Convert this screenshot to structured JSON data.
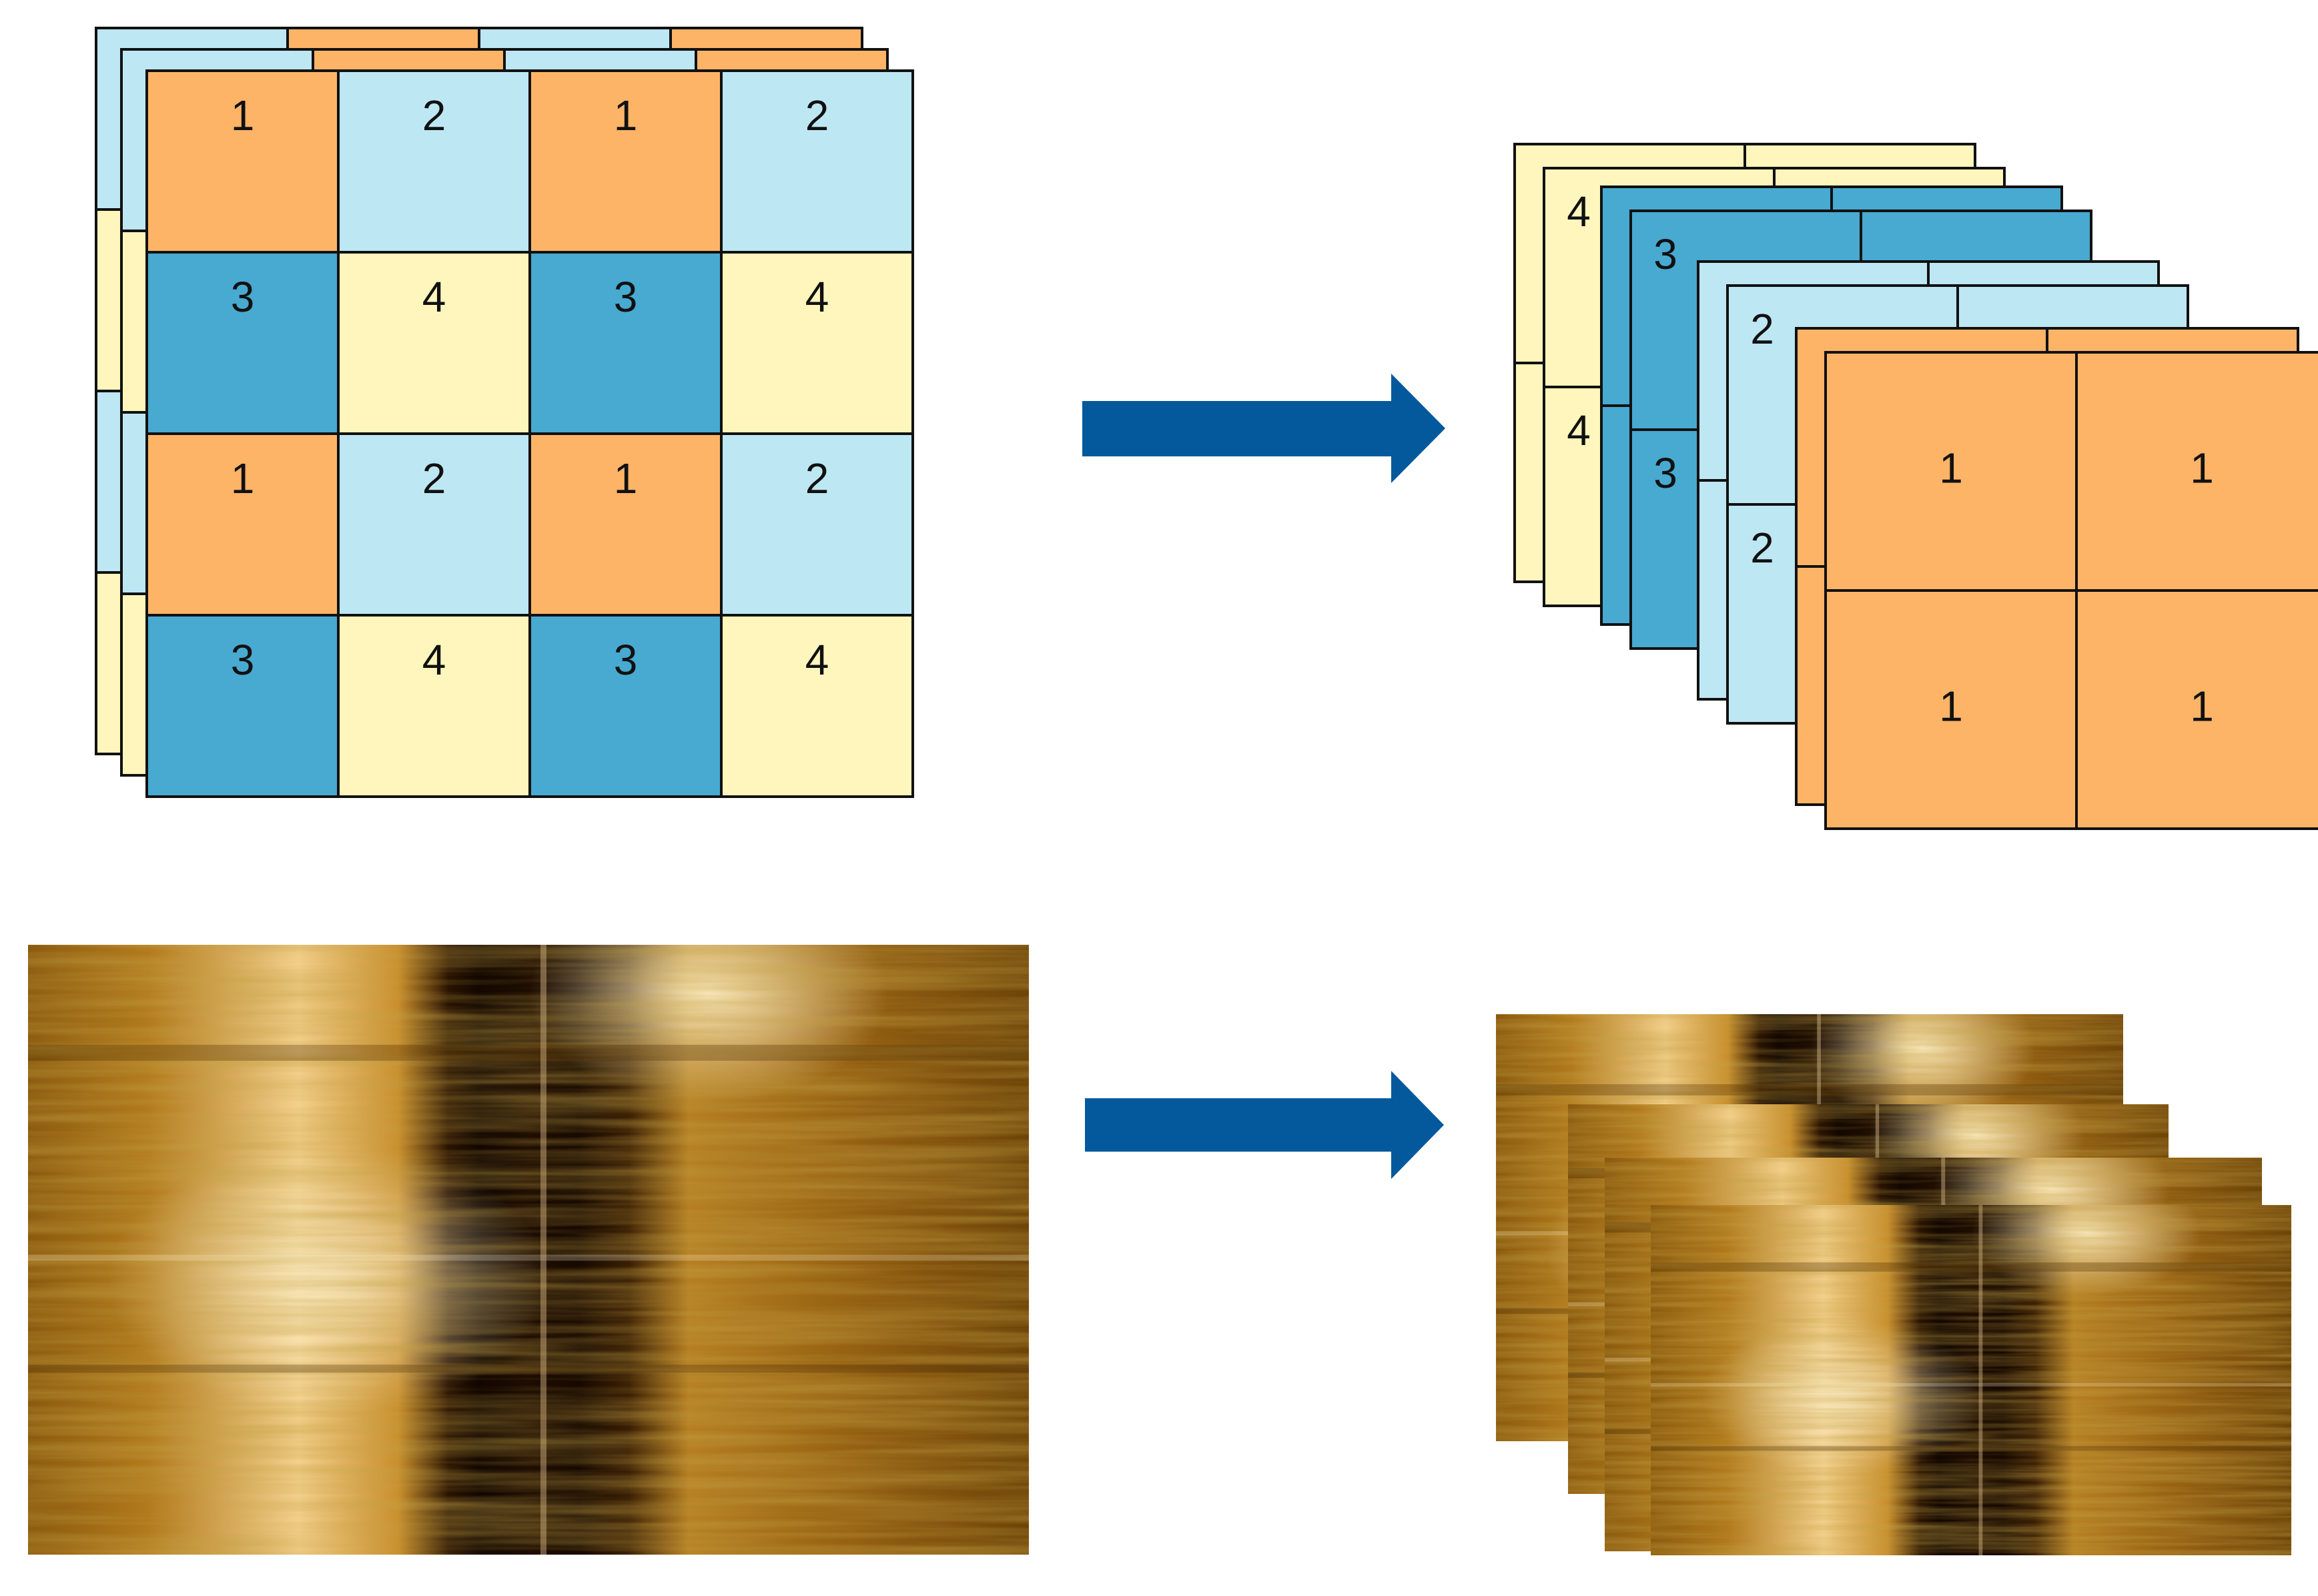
{
  "colors": {
    "block_1": "#FDB467",
    "block_2": "#BDE7F3",
    "block_3": "#48A9D1",
    "block_4": "#FEF6BC",
    "arrow": "#03599C",
    "outline": "#111111"
  },
  "input_grid": {
    "rows": [
      [
        "1",
        "2",
        "1",
        "2"
      ],
      [
        "3",
        "4",
        "3",
        "4"
      ],
      [
        "1",
        "2",
        "1",
        "2"
      ],
      [
        "3",
        "4",
        "3",
        "4"
      ]
    ]
  },
  "output_stacks": [
    {
      "value": "4",
      "color": "block_4",
      "visible_labels": [
        "4",
        "4"
      ]
    },
    {
      "value": "3",
      "color": "block_3",
      "visible_labels": [
        "3",
        "3"
      ]
    },
    {
      "value": "2",
      "color": "block_2",
      "visible_labels": [
        "2",
        "2"
      ]
    },
    {
      "value": "1",
      "color": "block_1",
      "visible_labels": [
        "1",
        "1",
        "1",
        "1"
      ]
    }
  ],
  "arrows": [
    {
      "name": "top-transform-arrow",
      "icon": "right-arrow-icon"
    },
    {
      "name": "bottom-transform-arrow",
      "icon": "right-arrow-icon"
    }
  ],
  "afm_image": {
    "description_icon": "afm-height-map-image",
    "output_copies": 4
  }
}
